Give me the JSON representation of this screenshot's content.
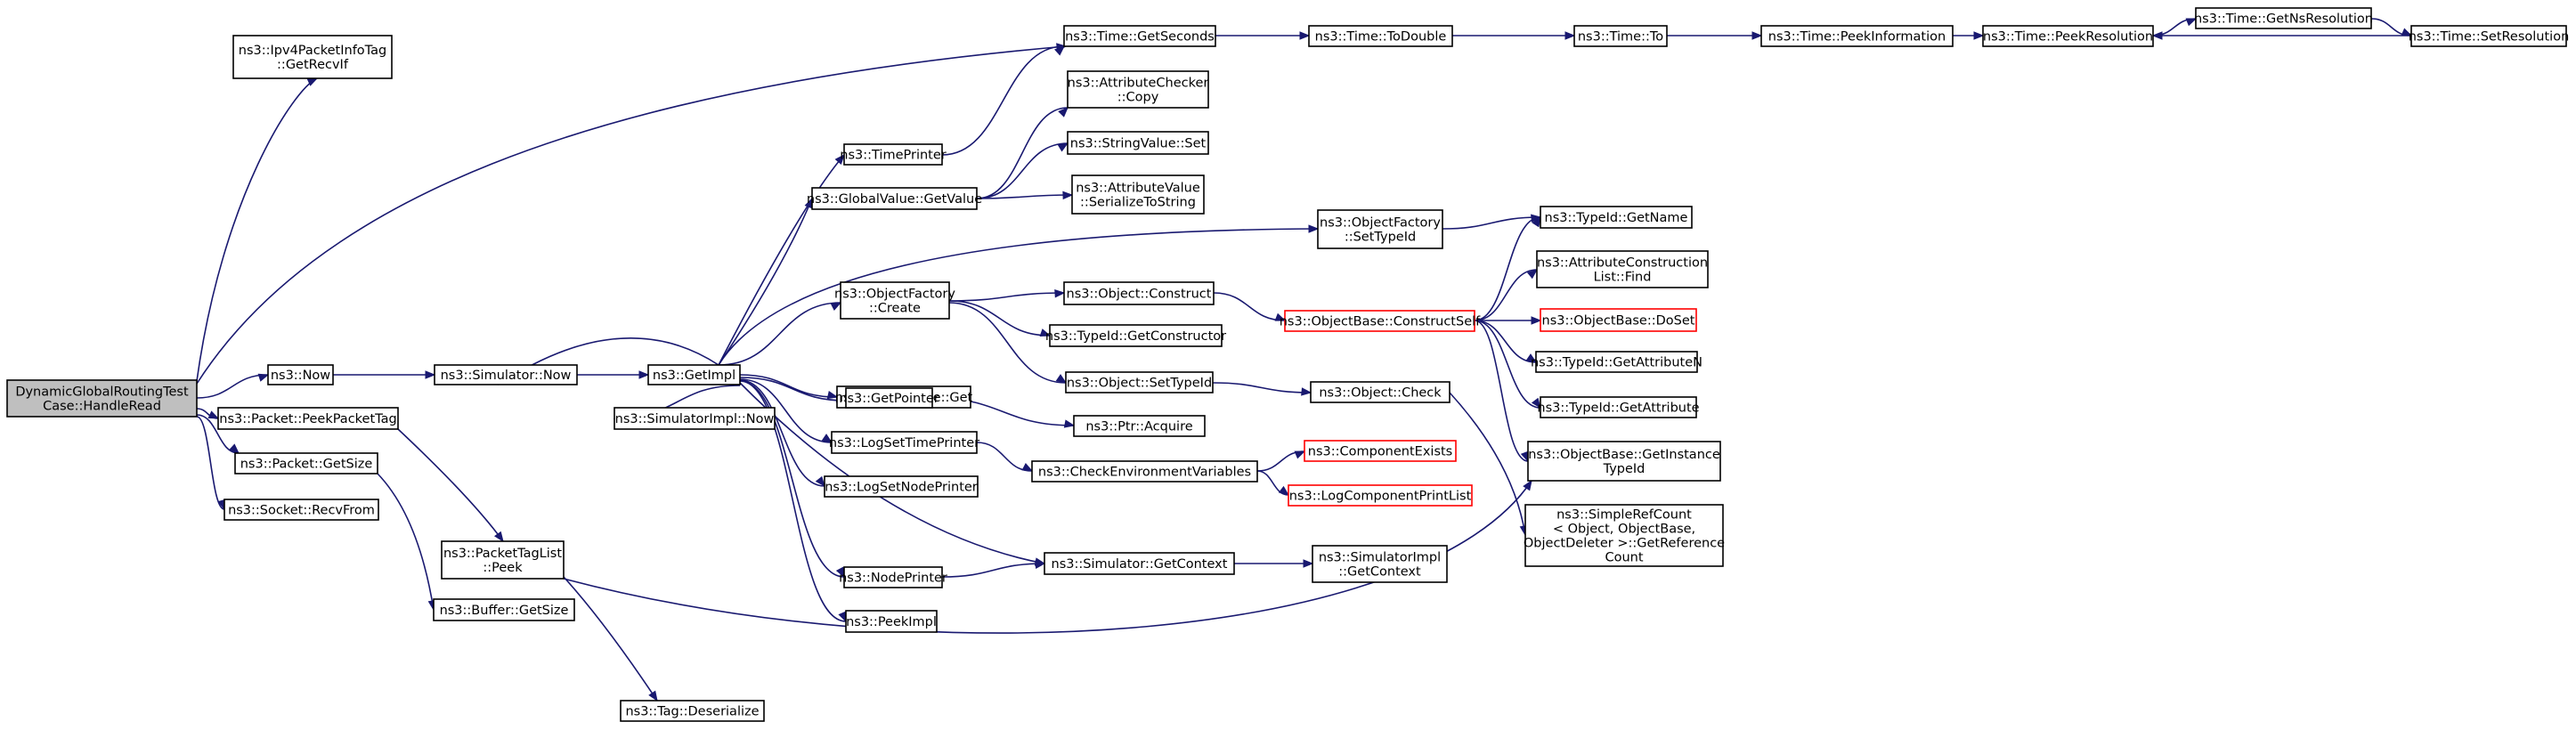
{
  "colors": {
    "edge": "#191970",
    "node_border": "#000000",
    "node_fill": "#ffffff",
    "root_fill": "#bfbfbf",
    "truncated_border": "#ff0000"
  },
  "nodes": {
    "handle_read": [
      "DynamicGlobalRoutingTest",
      "Case::HandleRead"
    ],
    "ipv4_recvif": [
      "ns3::Ipv4PacketInfoTag",
      "::GetRecvIf"
    ],
    "now": [
      "ns3::Now"
    ],
    "peek_packet_tag": [
      "ns3::Packet::PeekPacketTag"
    ],
    "packet_getsize": [
      "ns3::Packet::GetSize"
    ],
    "socket_recvfrom": [
      "ns3::Socket::RecvFrom"
    ],
    "simulator_now": [
      "ns3::Simulator::Now"
    ],
    "packet_tag_list_peek": [
      "ns3::PacketTagList",
      "::Peek"
    ],
    "buffer_getsize": [
      "ns3::Buffer::GetSize"
    ],
    "tag_deserialize": [
      "ns3::Tag::Deserialize"
    ],
    "get_impl": [
      "ns3::GetImpl"
    ],
    "simimpl_now": [
      "ns3::SimulatorImpl::Now"
    ],
    "time_printer": [
      "ns3::TimePrinter"
    ],
    "globalvalue_getvalue": [
      "ns3::GlobalValue::GetValue"
    ],
    "objectfactory_create": [
      "ns3::ObjectFactory",
      "::Create"
    ],
    "stringvalue_get": [
      "ns3::StringValue::Get"
    ],
    "get_pointer": [
      "ns3::GetPointer"
    ],
    "log_set_time_printer": [
      "ns3::LogSetTimePrinter"
    ],
    "log_set_node_printer": [
      "ns3::LogSetNodePrinter"
    ],
    "node_printer": [
      "ns3::NodePrinter"
    ],
    "peek_impl": [
      "ns3::PeekImpl"
    ],
    "time_getseconds": [
      "ns3::Time::GetSeconds"
    ],
    "attrchecker_copy": [
      "ns3::AttributeChecker",
      "::Copy"
    ],
    "stringvalue_set": [
      "ns3::StringValue::Set"
    ],
    "attrvalue_serialize": [
      "ns3::AttributeValue",
      "::SerializeToString"
    ],
    "objectfactory_settypeid": [
      "ns3::ObjectFactory",
      "::SetTypeId"
    ],
    "object_construct": [
      "ns3::Object::Construct"
    ],
    "typeid_getconstructor": [
      "ns3::TypeId::GetConstructor"
    ],
    "object_settypeid": [
      "ns3::Object::SetTypeId"
    ],
    "ptr_acquire": [
      "ns3::Ptr::Acquire"
    ],
    "check_env_vars": [
      "ns3::CheckEnvironmentVariables"
    ],
    "simulator_getcontext": [
      "ns3::Simulator::GetContext"
    ],
    "time_todouble": [
      "ns3::Time::ToDouble"
    ],
    "objectbase_constructself": [
      "ns3::ObjectBase::ConstructSelf"
    ],
    "object_check": [
      "ns3::Object::Check"
    ],
    "component_exists": [
      "ns3::ComponentExists"
    ],
    "log_component_print_list": [
      "ns3::LogComponentPrintList"
    ],
    "simimpl_getcontext": [
      "ns3::SimulatorImpl",
      "::GetContext"
    ],
    "time_to": [
      "ns3::Time::To"
    ],
    "typeid_getname": [
      "ns3::TypeId::GetName"
    ],
    "attrconstruction_find": [
      "ns3::AttributeConstruction",
      "List::Find"
    ],
    "objectbase_doset": [
      "ns3::ObjectBase::DoSet"
    ],
    "typeid_getattributen": [
      "ns3::TypeId::GetAttributeN"
    ],
    "typeid_getattribute": [
      "ns3::TypeId::GetAttribute"
    ],
    "objectbase_getinstancetypeid": [
      "ns3::ObjectBase::GetInstance",
      "TypeId"
    ],
    "simplerefcount_getrefcount": [
      "ns3::SimpleRefCount",
      "< Object, ObjectBase,",
      "ObjectDeleter >::GetReference",
      "Count"
    ],
    "time_peekinformation": [
      "ns3::Time::PeekInformation"
    ],
    "time_peekresolution": [
      "ns3::Time::PeekResolution"
    ],
    "time_getnsresolution": [
      "ns3::Time::GetNsResolution"
    ],
    "time_setresolution": [
      "ns3::Time::SetResolution"
    ]
  }
}
